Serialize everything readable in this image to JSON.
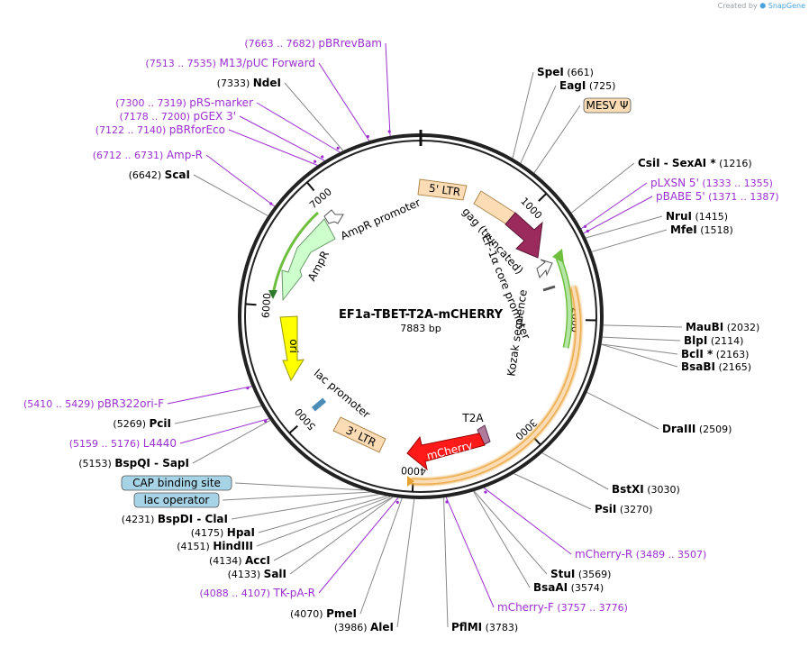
{
  "credit": {
    "created_by": "Created by",
    "brand": "SnapGene"
  },
  "plasmid": {
    "name": "EF1a-TBET-T2A-mCHERRY",
    "size_label": "7883 bp",
    "length": 7883
  },
  "ticks": [
    {
      "bp": 1000,
      "label": "1000"
    },
    {
      "bp": 2000,
      "label": "2000"
    },
    {
      "bp": 3000,
      "label": "3000"
    },
    {
      "bp": 4000,
      "label": "4000"
    },
    {
      "bp": 5000,
      "label": "5000"
    },
    {
      "bp": 6000,
      "label": "6000"
    },
    {
      "bp": 7000,
      "label": "7000"
    }
  ],
  "sites": [
    {
      "name": "SpeI",
      "pos": "(661)",
      "bp": 661,
      "kind": "enzyme"
    },
    {
      "name": "EagI",
      "pos": "(725)",
      "bp": 725,
      "kind": "enzyme"
    },
    {
      "name": "CsiI  -  SexAI *",
      "pos": "(1216)",
      "bp": 1216,
      "kind": "enzyme"
    },
    {
      "name": "pLXSN 5'",
      "pos": "(1333 .. 1355)",
      "bp": 1344,
      "kind": "primer"
    },
    {
      "name": "pBABE 5'",
      "pos": "(1371 .. 1387)",
      "bp": 1379,
      "kind": "primer"
    },
    {
      "name": "NruI",
      "pos": "(1415)",
      "bp": 1415,
      "kind": "enzyme"
    },
    {
      "name": "MfeI",
      "pos": "(1518)",
      "bp": 1518,
      "kind": "enzyme"
    },
    {
      "name": "MauBI",
      "pos": "(2032)",
      "bp": 2032,
      "kind": "enzyme"
    },
    {
      "name": "BlpI",
      "pos": "(2114)",
      "bp": 2114,
      "kind": "enzyme"
    },
    {
      "name": "BclI *",
      "pos": "(2163)",
      "bp": 2163,
      "kind": "enzyme"
    },
    {
      "name": "BsaBI",
      "pos": "(2165)",
      "bp": 2165,
      "kind": "enzyme"
    },
    {
      "name": "DraIII",
      "pos": "(2509)",
      "bp": 2509,
      "kind": "enzyme"
    },
    {
      "name": "BstXI",
      "pos": "(3030)",
      "bp": 3030,
      "kind": "enzyme"
    },
    {
      "name": "PsiI",
      "pos": "(3270)",
      "bp": 3270,
      "kind": "enzyme"
    },
    {
      "name": "mCherry-R",
      "pos": "(3489 .. 3507)",
      "bp": 3498,
      "kind": "primer"
    },
    {
      "name": "StuI",
      "pos": "(3569)",
      "bp": 3569,
      "kind": "enzyme"
    },
    {
      "name": "BsaAI",
      "pos": "(3574)",
      "bp": 3574,
      "kind": "enzyme"
    },
    {
      "name": "mCherry-F",
      "pos": "(3757 .. 3776)",
      "bp": 3766,
      "kind": "primer"
    },
    {
      "name": "PflMI",
      "pos": "(3783)",
      "bp": 3783,
      "kind": "enzyme"
    },
    {
      "name": "AleI",
      "pos": "(3986)",
      "bp": 3986,
      "kind": "enzyme"
    },
    {
      "name": "PmeI",
      "pos": "(4070)",
      "bp": 4070,
      "kind": "enzyme"
    },
    {
      "name": "TK-pA-R",
      "pos": "(4088 .. 4107)",
      "bp": 4097,
      "kind": "primer"
    },
    {
      "name": "SalI",
      "pos": "(4133)",
      "bp": 4133,
      "kind": "enzyme"
    },
    {
      "name": "AccI",
      "pos": "(4134)",
      "bp": 4134,
      "kind": "enzyme"
    },
    {
      "name": "HindIII",
      "pos": "(4151)",
      "bp": 4151,
      "kind": "enzyme"
    },
    {
      "name": "HpaI",
      "pos": "(4175)",
      "bp": 4175,
      "kind": "enzyme"
    },
    {
      "name": "BspDI  -  ClaI",
      "pos": "(4231)",
      "bp": 4231,
      "kind": "enzyme"
    },
    {
      "name": "lac operator",
      "pos": "",
      "bp": 4292,
      "kind": "feature-label"
    },
    {
      "name": "CAP binding site",
      "pos": "",
      "bp": 4340,
      "kind": "feature-label"
    },
    {
      "name": "BspQI  -  SapI",
      "pos": "(5153)",
      "bp": 5153,
      "kind": "enzyme"
    },
    {
      "name": "L4440",
      "pos": "(5159 .. 5176)",
      "bp": 5167,
      "kind": "primer"
    },
    {
      "name": "PciI",
      "pos": "(5269)",
      "bp": 5269,
      "kind": "enzyme"
    },
    {
      "name": "pBR322ori-F",
      "pos": "(5410 .. 5429)",
      "bp": 5419,
      "kind": "primer"
    },
    {
      "name": "ScaI",
      "pos": "(6642)",
      "bp": 6642,
      "kind": "enzyme"
    },
    {
      "name": "Amp-R",
      "pos": "(6712 .. 6731)",
      "bp": 6721,
      "kind": "primer"
    },
    {
      "name": "pBRforEco",
      "pos": "(7122 .. 7140)",
      "bp": 7131,
      "kind": "primer"
    },
    {
      "name": "pGEX 3'",
      "pos": "(7178 .. 7200)",
      "bp": 7189,
      "kind": "primer"
    },
    {
      "name": "pRS-marker",
      "pos": "(7300 .. 7319)",
      "bp": 7309,
      "kind": "primer"
    },
    {
      "name": "NdeI",
      "pos": "(7333)",
      "bp": 7333,
      "kind": "enzyme"
    },
    {
      "name": "M13/pUC Forward",
      "pos": "(7513 .. 7535)",
      "bp": 7524,
      "kind": "primer"
    },
    {
      "name": "pBRrevBam",
      "pos": "(7663 .. 7682)",
      "bp": 7672,
      "kind": "primer"
    },
    {
      "name": "MESV Ψ",
      "pos": "",
      "bp": 840,
      "kind": "feature-label"
    }
  ],
  "features": [
    {
      "name": "5' LTR",
      "color": "#fbdcb5"
    },
    {
      "name": "gag (truncated)",
      "color": "#fbdcb5"
    },
    {
      "name": "",
      "color": "#9b2a5d"
    },
    {
      "name": "EF-1α core promoter",
      "color": "#ffffff"
    },
    {
      "name": "Kozak sequence",
      "color": "#555555"
    },
    {
      "name": "",
      "color": "#b5e6a8"
    },
    {
      "name": "",
      "color": "#fbdcb5"
    },
    {
      "name": "T2A",
      "color": "#b07a9a"
    },
    {
      "name": "mCherry",
      "color": "#ff1a1a"
    },
    {
      "name": "3' LTR",
      "color": "#fbdcb5"
    },
    {
      "name": "lac promoter",
      "color": "#ffffff"
    },
    {
      "name": "ori",
      "color": "#ffff00"
    },
    {
      "name": "AmpR",
      "color": "#ccffcc"
    },
    {
      "name": "AmpR promoter",
      "color": "#ffffff"
    }
  ],
  "colors": {
    "enzyme": "#000000",
    "primer": "#9b30d0",
    "feature_box": "#a6d4e6",
    "mesv_box": "#fbdcb5",
    "leader": "#888888"
  }
}
